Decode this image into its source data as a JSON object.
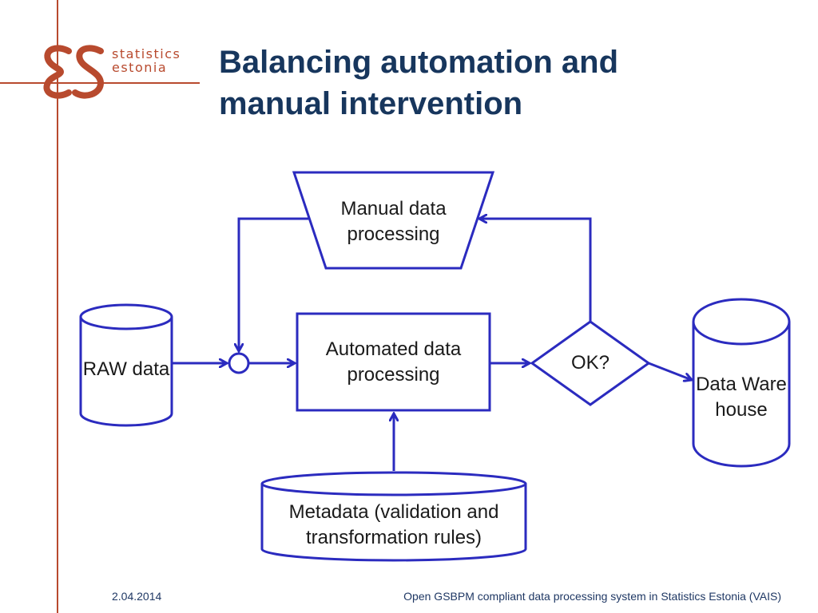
{
  "brand": {
    "logo_mark": "ES monogram",
    "line1": "statistics",
    "line2": "estonia",
    "color": "#b84a2e"
  },
  "slide": {
    "title_line1": "Balancing automation and",
    "title_line2": "manual intervention",
    "title_color": "#17365d"
  },
  "diagram": {
    "stroke_color": "#2b2bbf",
    "nodes": {
      "raw_data": "RAW data",
      "manual": "Manual data processing",
      "automated": "Automated data processing",
      "decision": "OK?",
      "warehouse": "Data Warehouse",
      "metadata": "Metadata (validation and transformation rules)"
    }
  },
  "footer": {
    "date": "2.04.2014",
    "caption": "Open GSBPM compliant data processing system in Statistics Estonia (VAIS)"
  }
}
